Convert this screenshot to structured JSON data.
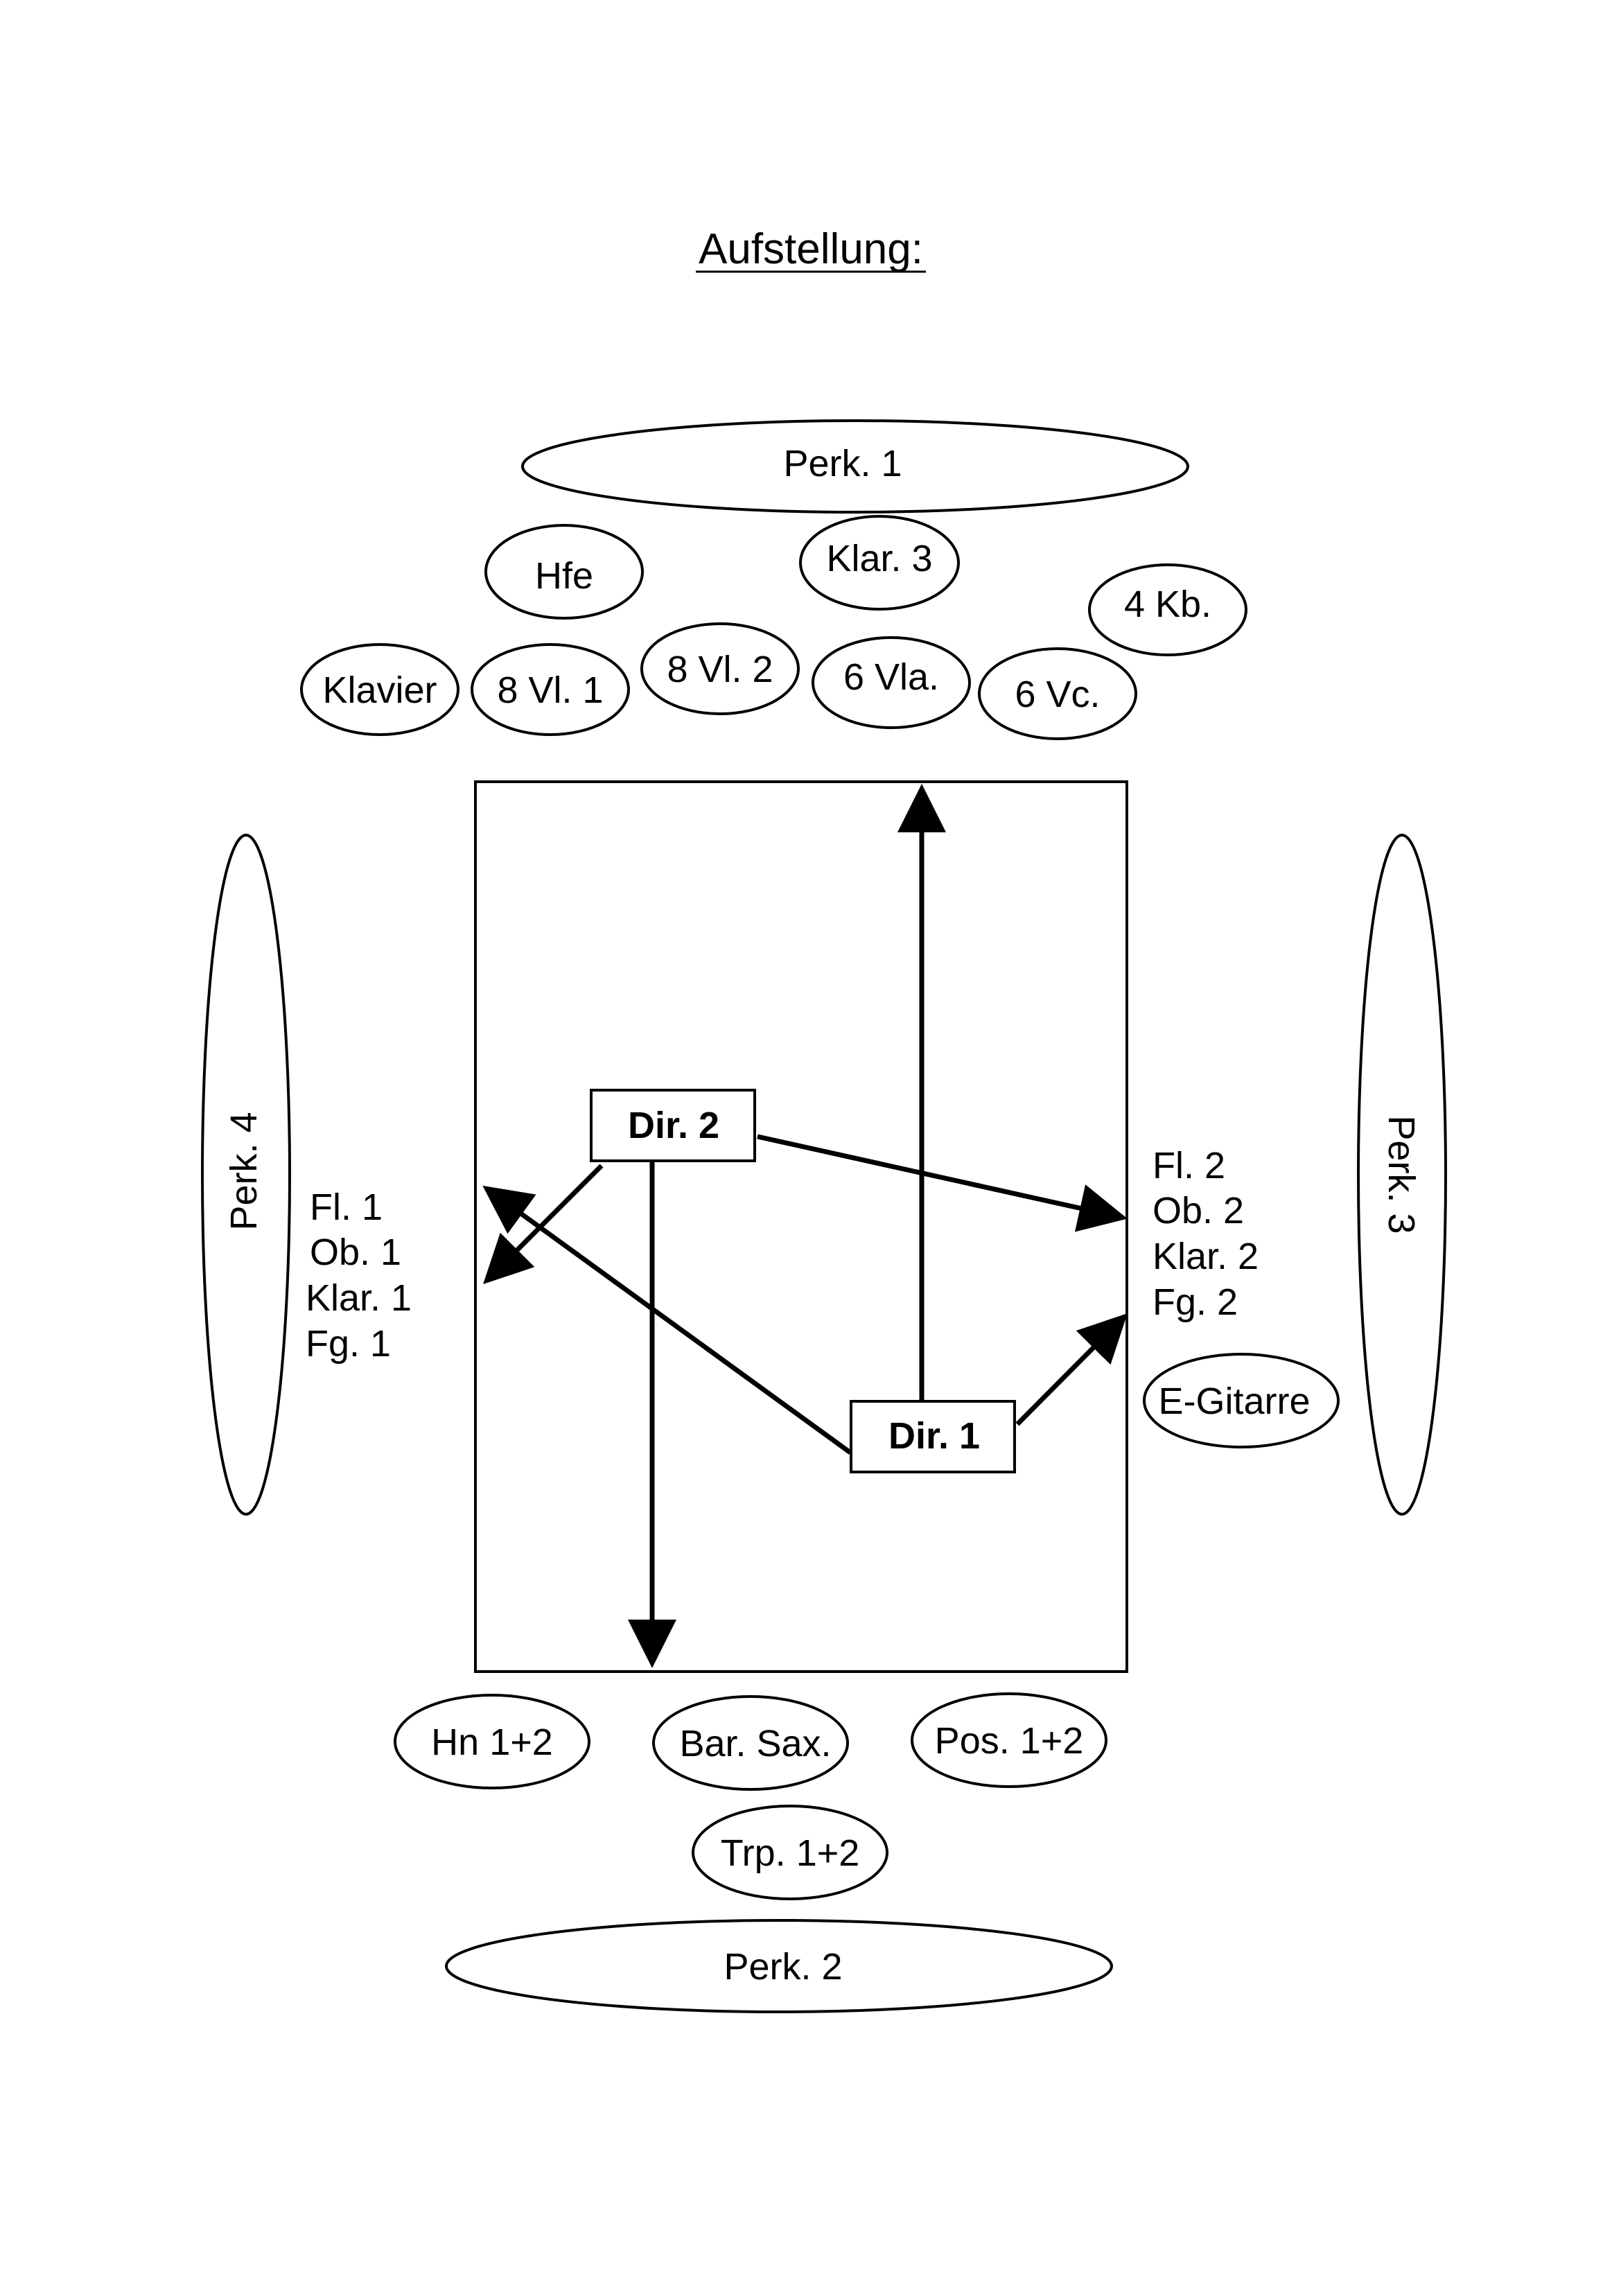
{
  "title": "Aufstellung:",
  "ensembles": {
    "perk1": "Perk. 1",
    "hfe": "Hfe",
    "klar3": "Klar. 3",
    "kb": "4 Kb.",
    "klavier": "Klavier",
    "vl1": "8 Vl. 1",
    "vl2": "8 Vl. 2",
    "vla": "6 Vla.",
    "vc": "6 Vc.",
    "perk4": "Perk. 4",
    "perk3": "Perk. 3",
    "egitarre": "E-Gitarre",
    "hn": "Hn 1+2",
    "barsax": "Bar. Sax.",
    "pos": "Pos. 1+2",
    "trp": "Trp. 1+2",
    "perk2": "Perk. 2"
  },
  "left_group": [
    "Fl. 1",
    "Ob. 1",
    "Klar. 1",
    "Fg. 1"
  ],
  "right_group": [
    "Fl. 2",
    "Ob. 2",
    "Klar. 2",
    "Fg. 2"
  ],
  "conductors": {
    "dir1": "Dir. 1",
    "dir2": "Dir. 2"
  }
}
